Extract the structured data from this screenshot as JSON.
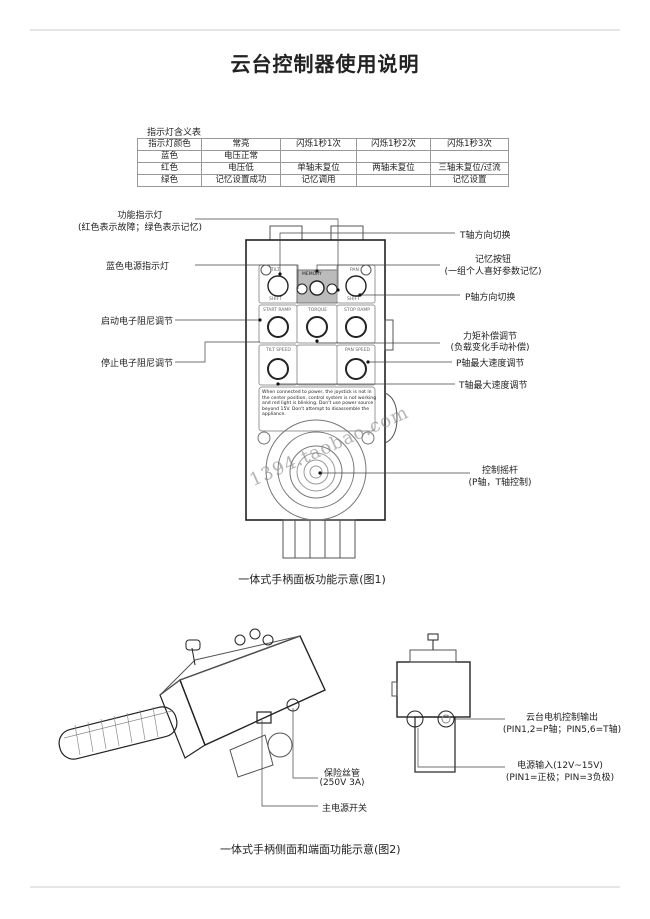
{
  "title": "云台控制器使用说明",
  "indicator_table": {
    "caption": "指示灯含义表",
    "headers": [
      "指示灯颜色",
      "常亮",
      "闪烁1秒1次",
      "闪烁1秒2次",
      "闪烁1秒3次"
    ],
    "rows": [
      [
        "蓝色",
        "电压正常",
        "",
        "",
        ""
      ],
      [
        "红色",
        "电压低",
        "单轴未复位",
        "两轴未复位",
        "三轴未复位/过流"
      ],
      [
        "绿色",
        "记忆设置成功",
        "记忆调用",
        "",
        "记忆设置"
      ]
    ]
  },
  "figure1": {
    "caption": "一体式手柄面板功能示意(图1)",
    "left_labels": {
      "function_light": "功能指示灯",
      "function_light_note": "(红色表示故障；绿色表示记忆)",
      "power_light": "蓝色电源指示灯",
      "start_ramp": "启动电子阻尼调节",
      "stop_ramp": "停止电子阻尼调节"
    },
    "right_labels": {
      "tilt_shift": "T轴方向切换",
      "memory": "记忆按钮",
      "memory_note": "(一组个人喜好参数记忆)",
      "pan_shift": "P轴方向切换",
      "torque": "力矩补偿调节",
      "torque_note": "(负载变化手动补偿)",
      "pan_speed": "P轴最大速度调节",
      "tilt_speed": "T轴最大速度调节",
      "joystick": "控制摇杆",
      "joystick_note": "(P轴，T轴控制)"
    },
    "panel": {
      "tilt": "TILT",
      "shift": "SHIFT",
      "memory": "MEMORY",
      "pan": "PAN",
      "start_ramp": "START RAMP",
      "torque": "TORQUE",
      "stop_ramp": "STOP RAMP",
      "tilt_speed": "TILT SPEED",
      "pan_speed": "PAN SPEED",
      "warning": "When connected to power, the joystick is not in the center position, control system is not working and red light is blinking. Don't use power source beyond 15V. Don't attempt to disassemble the appliance."
    },
    "watermark": "1394.taobao.com"
  },
  "figure2": {
    "caption": "一体式手柄侧面和端面功能示意(图2)",
    "fuse": "保险丝管",
    "fuse_note": "(250V  3A)",
    "main_switch": "主电源开关",
    "motor_output": "云台电机控制输出",
    "motor_output_note": "(PIN1,2=P轴；PIN5,6=T轴)",
    "power_input": "电源输入(12V~15V)",
    "power_input_note": "(PIN1=正极；PIN=3负极)"
  }
}
